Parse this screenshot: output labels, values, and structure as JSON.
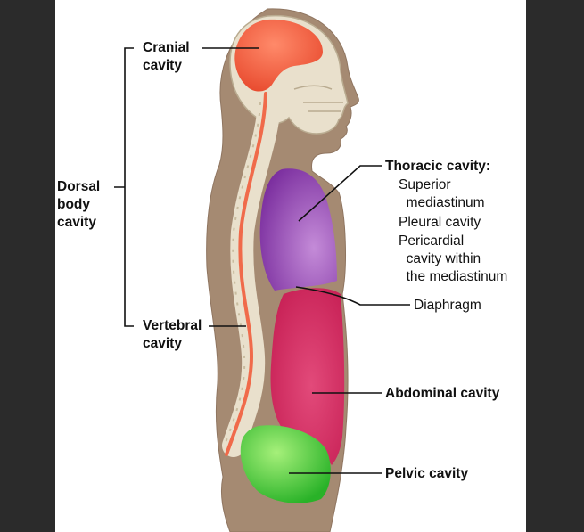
{
  "labels": {
    "cranial": "Cranial\ncavity",
    "dorsal": "Dorsal\nbody\ncavity",
    "vertebral": "Vertebral\ncavity",
    "thoracic_title": "Thoracic cavity:",
    "superior": "Superior\n  mediastinum",
    "pleural": "Pleural cavity",
    "pericardial": "Pericardial\n  cavity within\n  the mediastinum",
    "diaphragm": "Diaphragm",
    "abdominal": "Abdominal cavity",
    "pelvic": "Pelvic cavity"
  },
  "colors": {
    "skin": "#a58a72",
    "bone": "#e9e0cc",
    "cranial": "#ef5a3f",
    "thoracic": "#8a3fae",
    "abdominal": "#d0245a",
    "pelvic": "#3cc23a",
    "spinal_cord": "#f06a4a"
  }
}
